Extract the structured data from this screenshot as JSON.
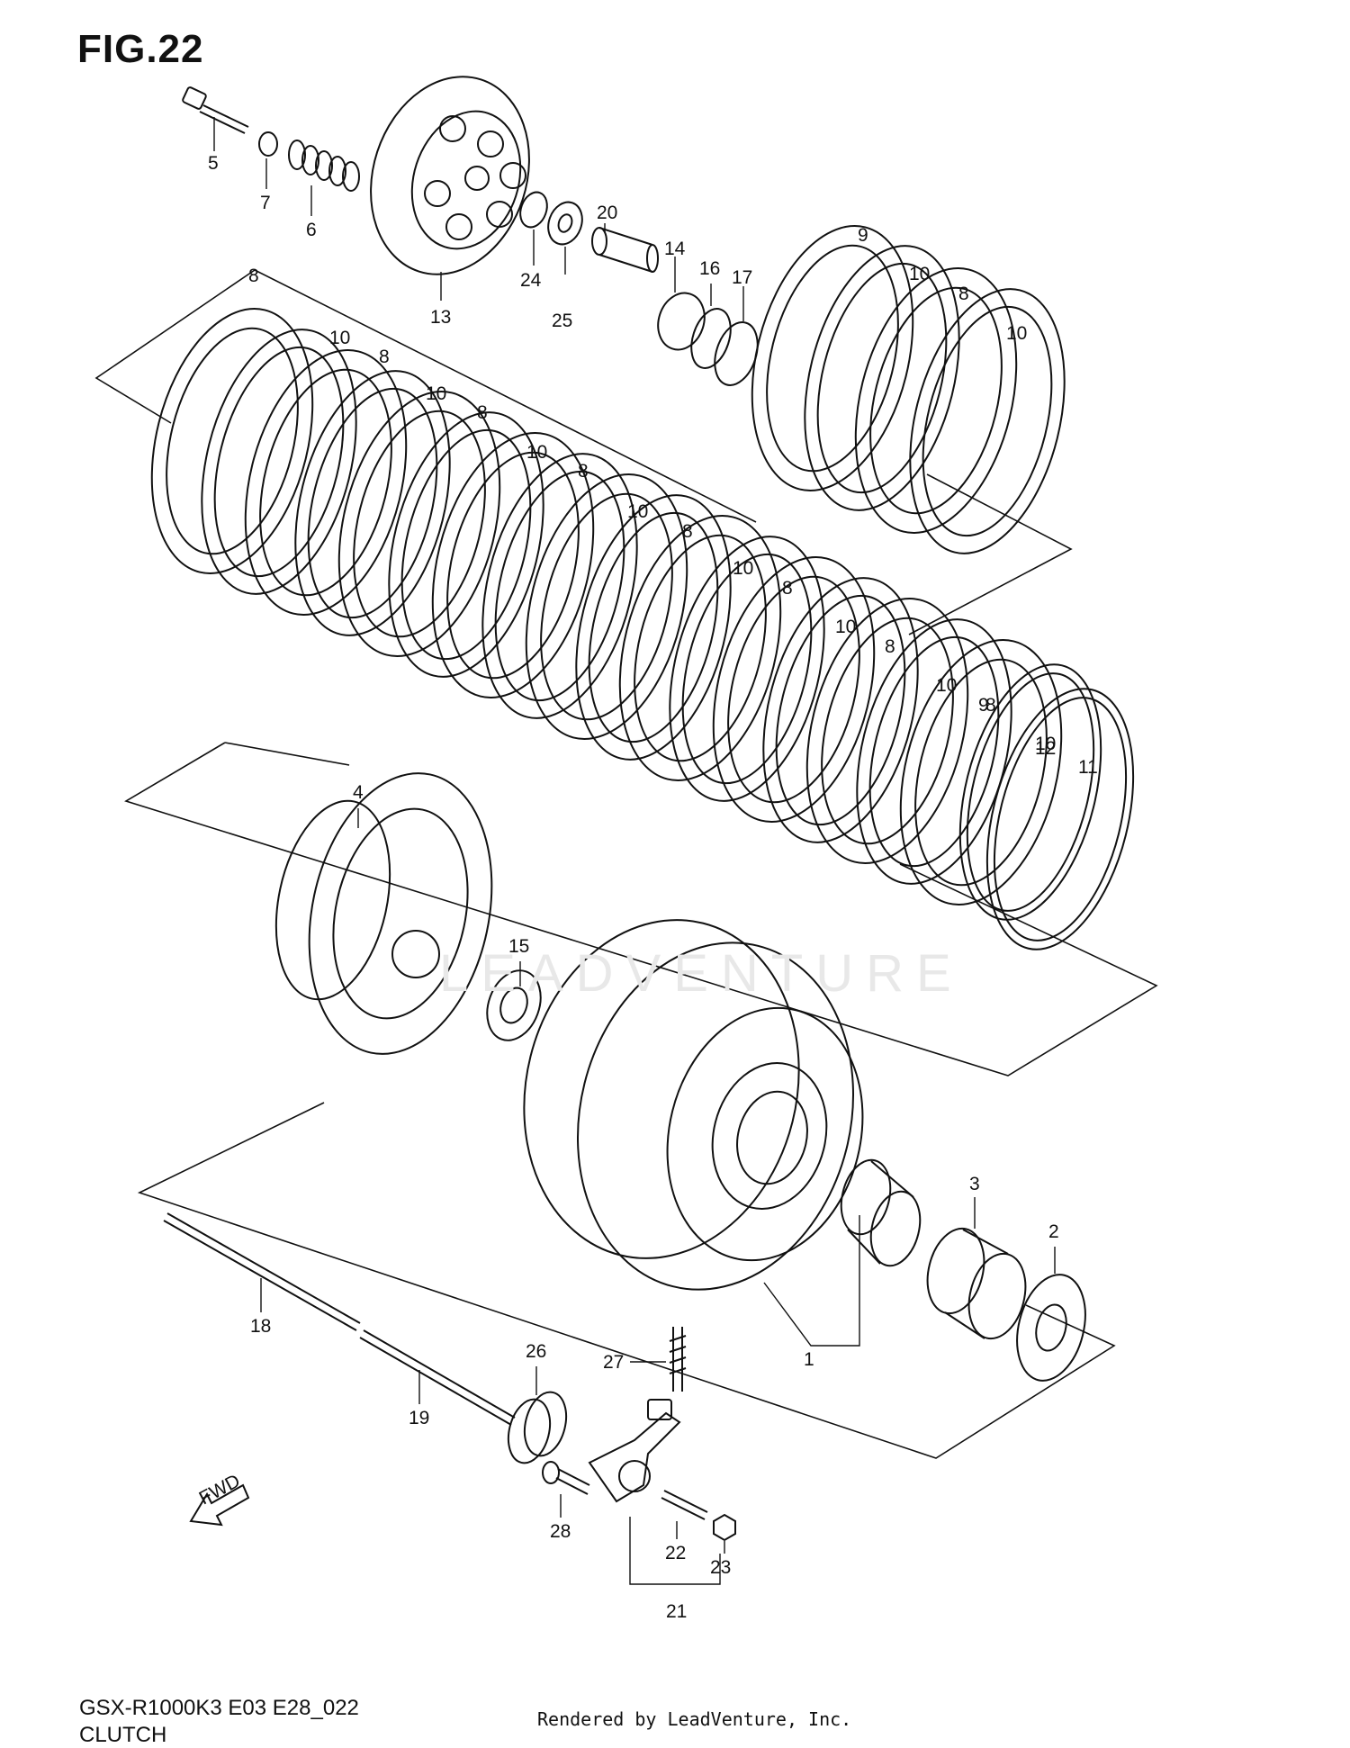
{
  "figure": {
    "title": "FIG.22",
    "model_code": "GSX-R1000K3 E03 E28_022",
    "name": "CLUTCH",
    "credit": "Rendered by LeadVenture, Inc.",
    "watermark": "LEADVENTURE",
    "fwd_label": "FWD"
  },
  "callouts": [
    {
      "id": "c5",
      "label": "5"
    },
    {
      "id": "c7",
      "label": "7"
    },
    {
      "id": "c6",
      "label": "6"
    },
    {
      "id": "c13",
      "label": "13"
    },
    {
      "id": "c24",
      "label": "24"
    },
    {
      "id": "c25",
      "label": "25"
    },
    {
      "id": "c20",
      "label": "20"
    },
    {
      "id": "c14",
      "label": "14"
    },
    {
      "id": "c16",
      "label": "16"
    },
    {
      "id": "c17",
      "label": "17"
    },
    {
      "id": "c9a",
      "label": "9"
    },
    {
      "id": "c10a",
      "label": "10"
    },
    {
      "id": "c8a",
      "label": "8"
    },
    {
      "id": "c10b",
      "label": "10"
    },
    {
      "id": "c8b",
      "label": "8"
    },
    {
      "id": "c10c",
      "label": "10"
    },
    {
      "id": "c8c",
      "label": "8"
    },
    {
      "id": "c10d",
      "label": "10"
    },
    {
      "id": "c8d",
      "label": "8"
    },
    {
      "id": "c10e",
      "label": "10"
    },
    {
      "id": "c8e",
      "label": "8"
    },
    {
      "id": "c10f",
      "label": "10"
    },
    {
      "id": "c8f",
      "label": "8"
    },
    {
      "id": "c10g",
      "label": "10"
    },
    {
      "id": "c8g",
      "label": "8"
    },
    {
      "id": "c10h",
      "label": "10"
    },
    {
      "id": "c8h",
      "label": "8"
    },
    {
      "id": "c10i",
      "label": "10"
    },
    {
      "id": "c8i",
      "label": "8"
    },
    {
      "id": "c10j",
      "label": "10"
    },
    {
      "id": "c9b",
      "label": "9"
    },
    {
      "id": "c12",
      "label": "12"
    },
    {
      "id": "c11",
      "label": "11"
    },
    {
      "id": "c4",
      "label": "4"
    },
    {
      "id": "c15",
      "label": "15"
    },
    {
      "id": "c3",
      "label": "3"
    },
    {
      "id": "c2",
      "label": "2"
    },
    {
      "id": "c1",
      "label": "1"
    },
    {
      "id": "c18",
      "label": "18"
    },
    {
      "id": "c26",
      "label": "26"
    },
    {
      "id": "c27",
      "label": "27"
    },
    {
      "id": "c19",
      "label": "19"
    },
    {
      "id": "c28",
      "label": "28"
    },
    {
      "id": "c22",
      "label": "22"
    },
    {
      "id": "c23",
      "label": "23"
    },
    {
      "id": "c21",
      "label": "21"
    }
  ]
}
